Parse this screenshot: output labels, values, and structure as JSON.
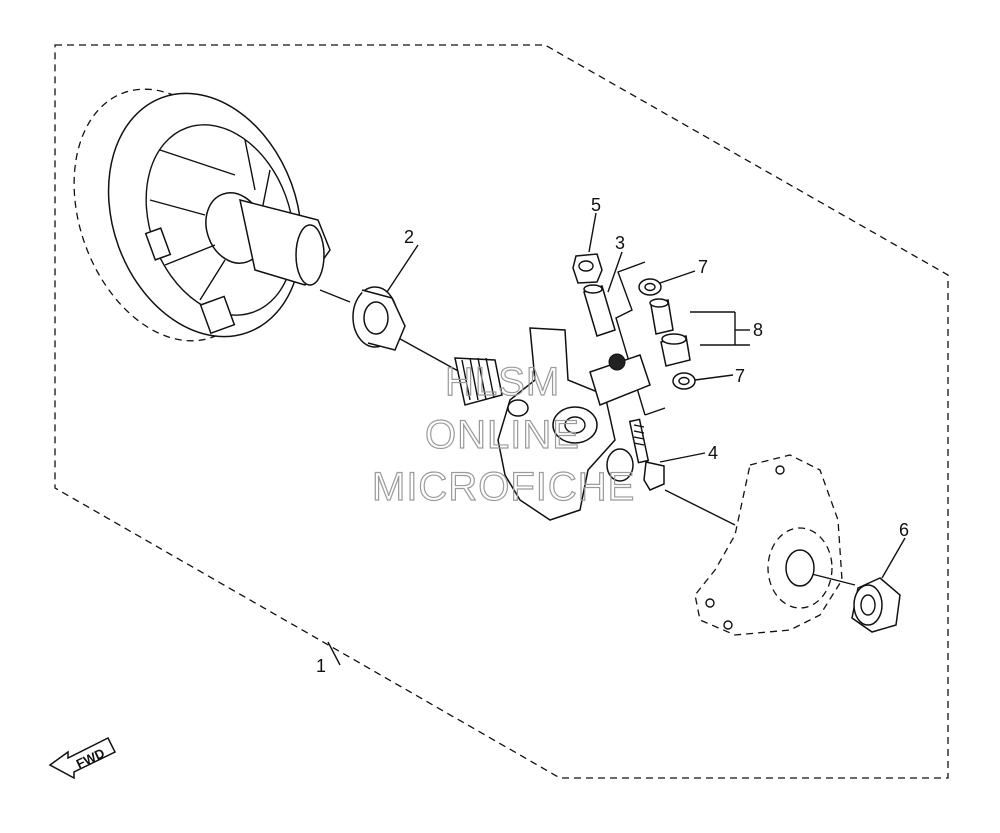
{
  "callouts": [
    {
      "id": "1",
      "text": "1"
    },
    {
      "id": "2",
      "text": "2"
    },
    {
      "id": "3",
      "text": "3"
    },
    {
      "id": "4",
      "text": "4"
    },
    {
      "id": "5",
      "text": "5"
    },
    {
      "id": "6",
      "text": "6"
    },
    {
      "id": "7a",
      "text": "7"
    },
    {
      "id": "7b",
      "text": "7"
    },
    {
      "id": "8",
      "text": "8"
    }
  ],
  "watermark": {
    "line1": "HLSM",
    "line2": "ONLINE",
    "line3": "MICROFICHE"
  },
  "direction_badge": {
    "text": "FWD"
  },
  "icons": [
    "fwd-arrow-icon"
  ]
}
